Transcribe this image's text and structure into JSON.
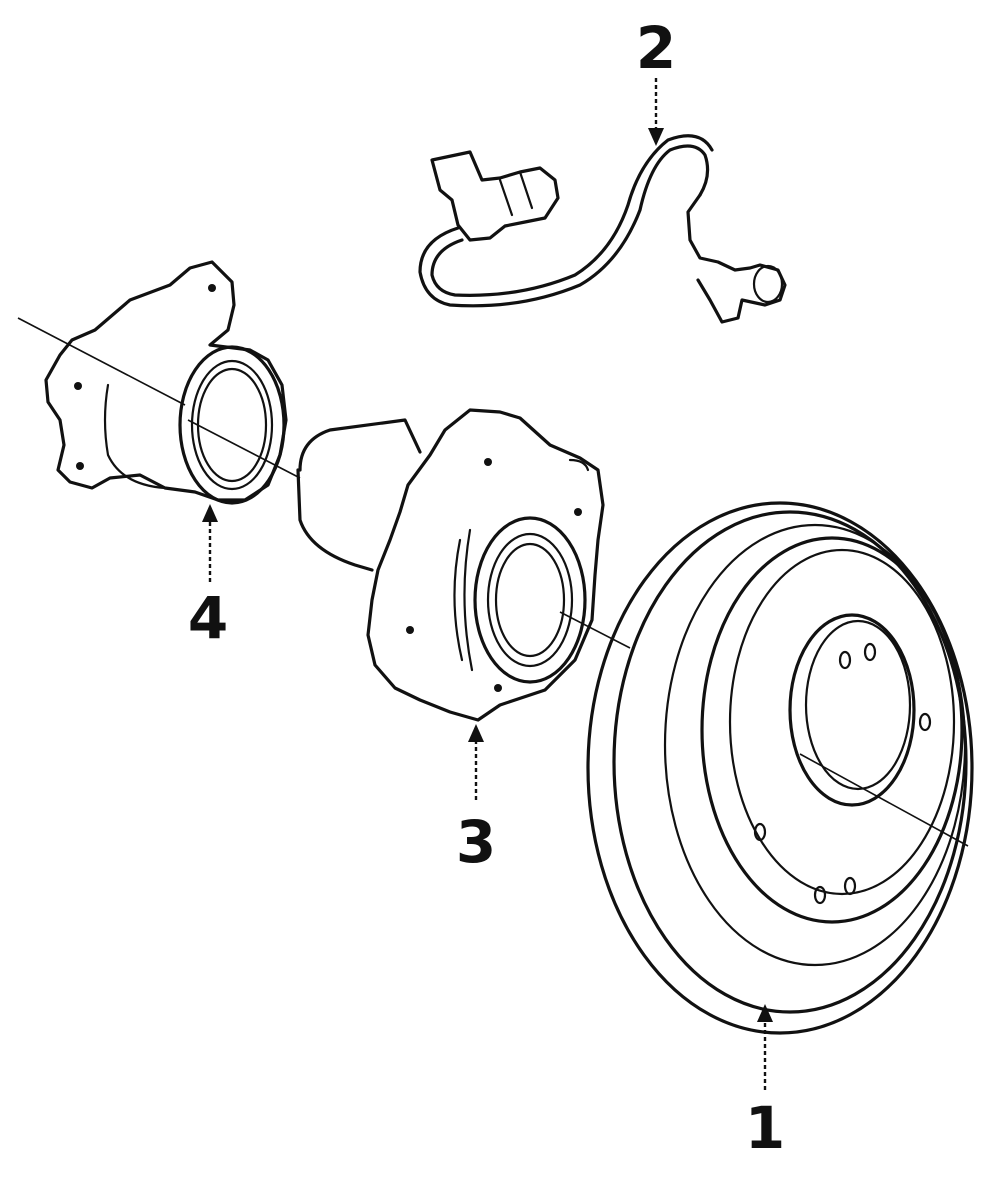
{
  "callouts": {
    "part1": "1",
    "part2": "2",
    "part3": "3",
    "part4": "4"
  }
}
